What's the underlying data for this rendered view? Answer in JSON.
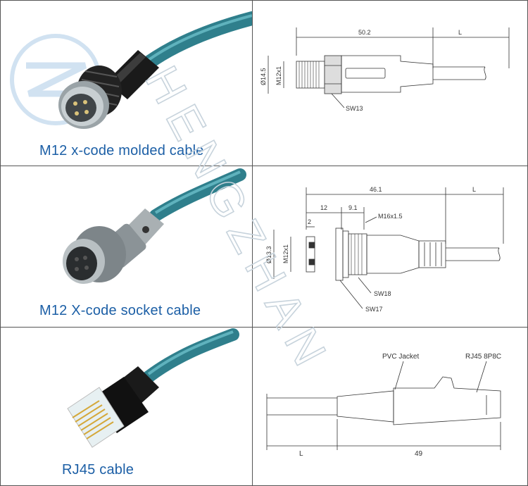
{
  "rows": [
    {
      "caption": "M12 x-code molded cable",
      "drawing": {
        "dim_total": "50.2",
        "dim_cable": "L",
        "diameter": "Ø14.5",
        "thread": "M12x1",
        "wrench": "SW13"
      }
    },
    {
      "caption": "M12 X-code socket cable",
      "drawing": {
        "dim_total": "46.1",
        "dim_cable": "L",
        "dim_a": "12",
        "dim_b": "9.1",
        "dim_c": "2",
        "thread_nut": "M16x1.5",
        "diameter": "Ø13.3",
        "thread": "M12x1",
        "wrench_a": "SW18",
        "wrench_b": "SW17"
      }
    },
    {
      "caption": "RJ45 cable",
      "drawing": {
        "jacket_label": "PVC Jacket",
        "plug_label": "RJ45 8P8C",
        "dim_cable": "L",
        "dim_plug": "49"
      }
    }
  ],
  "watermark": {
    "text": "HENGZHAN"
  },
  "colors": {
    "caption": "#1c5fa6",
    "cable": "#2f7f8c",
    "line": "#333333"
  }
}
